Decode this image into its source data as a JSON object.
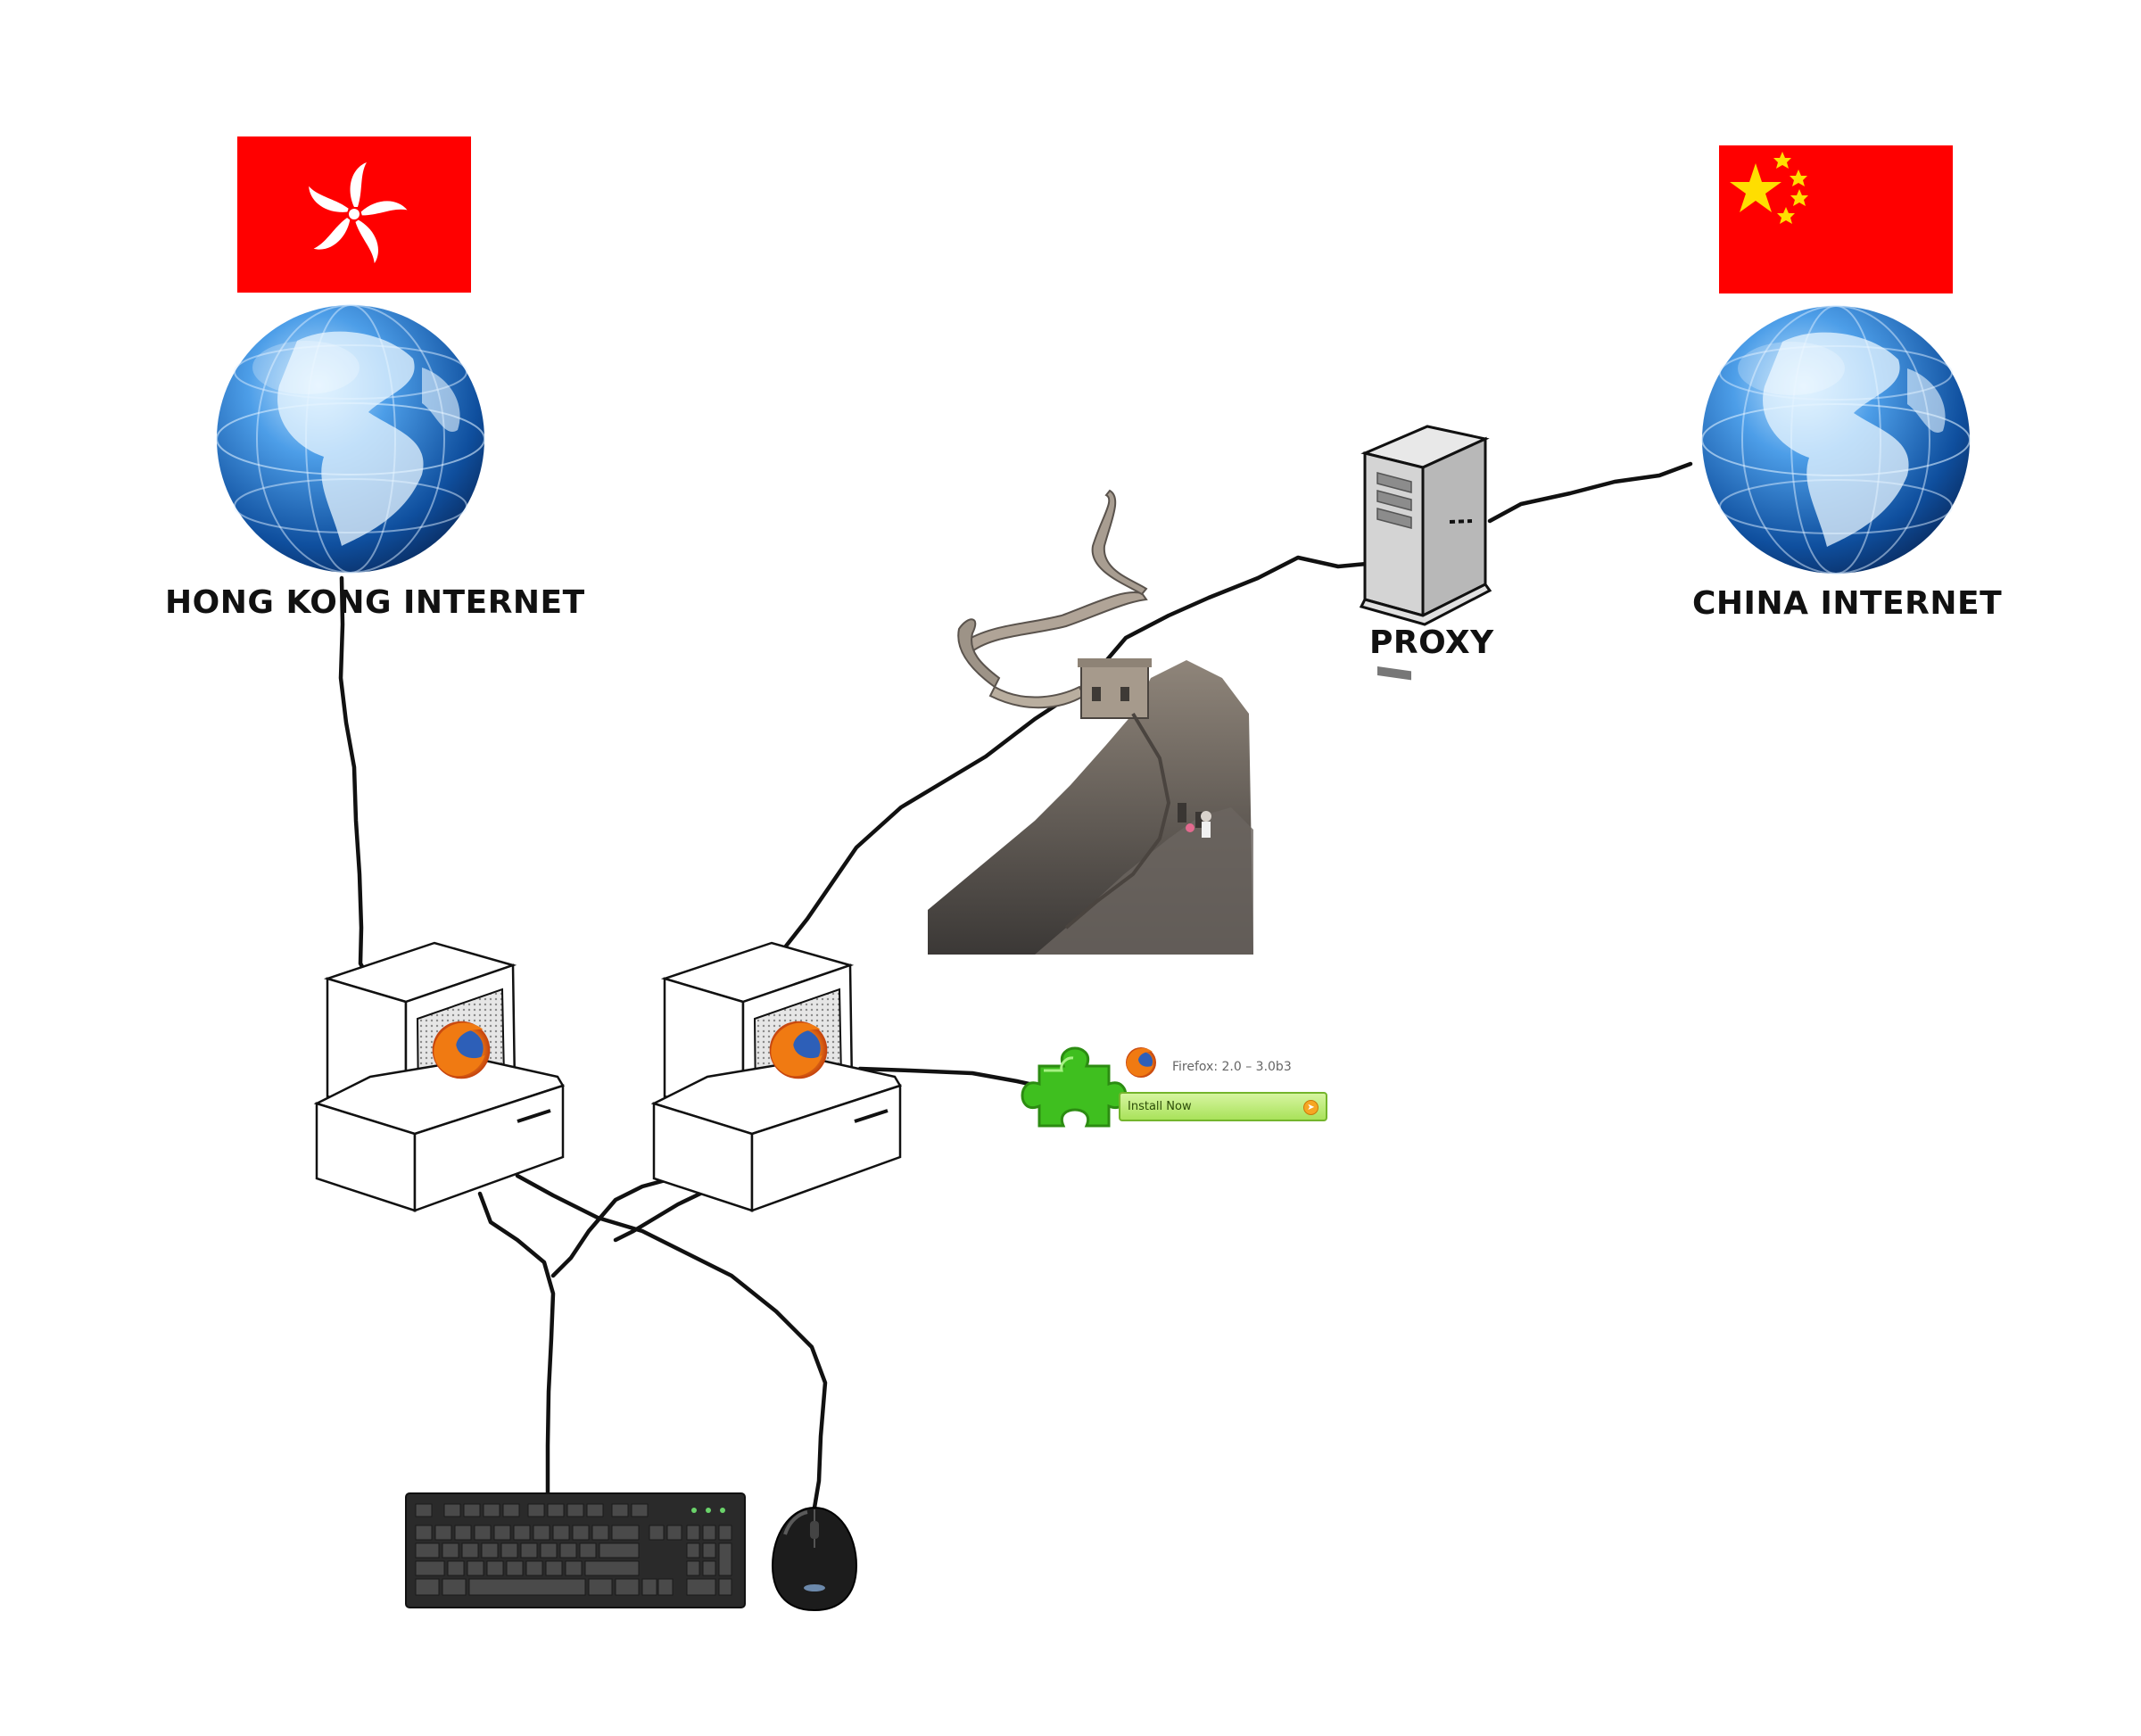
{
  "labels": {
    "hong_kong": "HONG KONG INTERNET",
    "china": "CHINA INTERNET",
    "proxy": "PROXY"
  },
  "extension": {
    "version_text": "Firefox: 2.0 – 3.0b3",
    "install_label": "Install Now"
  },
  "colors": {
    "flag_red": "#ff0000",
    "china_star": "#ffde00",
    "globe_blue": "#1b5fb3",
    "puzzle_green": "#3fbf1f",
    "wire": "#111111"
  }
}
